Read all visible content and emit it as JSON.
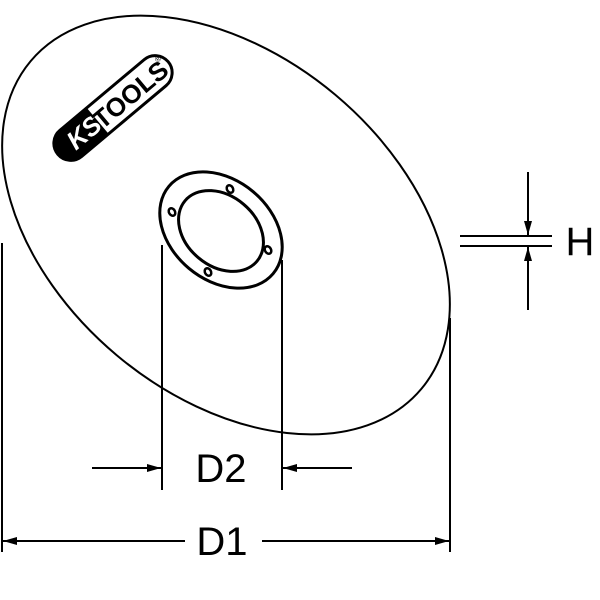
{
  "logo": {
    "brand_left": "KS",
    "brand_right": "TOOLS",
    "mark": "®"
  },
  "dimensions": {
    "outer_diameter": "D1",
    "inner_diameter": "D2",
    "height": "H"
  },
  "colors": {
    "stroke": "#000000",
    "background": "#ffffff"
  }
}
